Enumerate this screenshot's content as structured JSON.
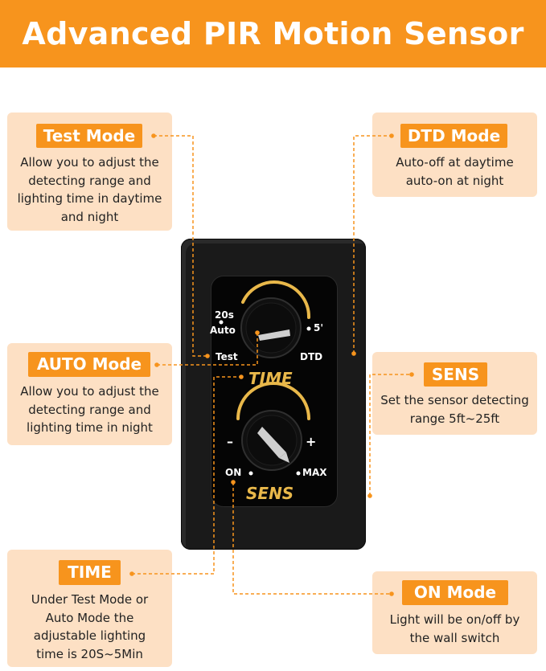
{
  "title": "Advanced PIR Motion Sensor",
  "callouts": {
    "test": {
      "label": "Test Mode",
      "text": "Allow you to adjust the\ndetecting range and\nlighting time in daytime\nand night"
    },
    "dtd": {
      "label": "DTD Mode",
      "text": "Auto-off at daytime\nauto-on at night"
    },
    "auto": {
      "label": "AUTO Mode",
      "text": "Allow you to adjust the\ndetecting range and\nlighting time in night"
    },
    "sens": {
      "label": "SENS",
      "text": "Set the sensor detecting\nrange 5ft~25ft"
    },
    "time": {
      "label": "TIME",
      "text": "Under Test Mode or\nAuto Mode the\nadjustable lighting\ntime is 20S~5Min"
    },
    "on": {
      "label": "ON Mode",
      "text": "Light will be on/off by\nthe wall switch"
    }
  },
  "device": {
    "time_dial": {
      "label_20s": "20s",
      "label_auto": "Auto",
      "label_5": "5'",
      "label_test": "Test",
      "label_dtd": "DTD",
      "name": "TIME"
    },
    "sens_dial": {
      "minus": "–",
      "plus": "+",
      "label_on": "ON",
      "label_max": "MAX",
      "name": "SENS"
    }
  },
  "colors": {
    "accent": "#f7941d",
    "box": "#fde0c4",
    "dial_gold": "#e9b84a"
  }
}
